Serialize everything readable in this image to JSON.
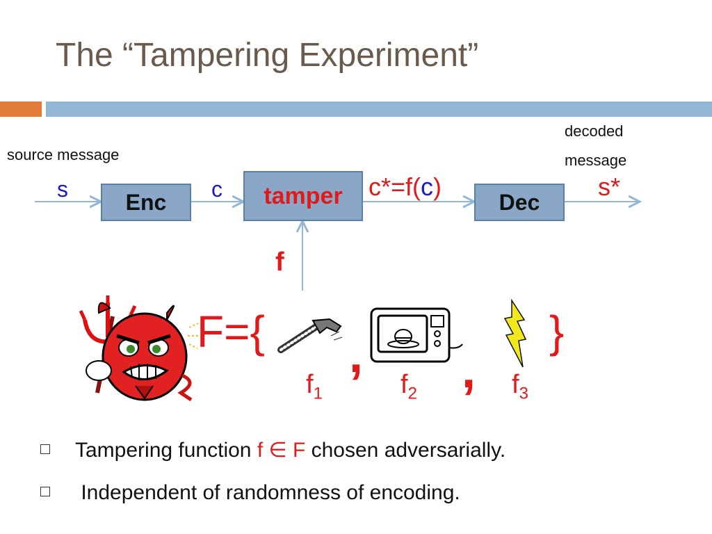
{
  "slide": {
    "title": "The “Tampering Experiment”",
    "colors": {
      "accent_orange": "#e07b39",
      "accent_blue": "#93b6d4",
      "title": "#6a5a4c",
      "box_fill": "#8ba7c8",
      "red": "#e0191a",
      "blue": "#1a1acc"
    }
  },
  "diagram": {
    "source_label": "source message",
    "decoded_label_line1": "decoded",
    "decoded_label_line2": "message",
    "s": "s",
    "enc": "Enc",
    "c": "c",
    "tamper": "tamper",
    "cstar_prefix": "c*=f(",
    "cstar_c": "c",
    "cstar_suffix": ")",
    "dec": "Dec",
    "sstar": "s*",
    "f": "f",
    "family_open": "F={",
    "family_close": "}",
    "comma": ",",
    "f1": "f",
    "f1_sub": "1",
    "f2": "f",
    "f2_sub": "2",
    "f3": "f",
    "f3_sub": "3",
    "icons": [
      "devil-icon",
      "hammer-icon",
      "microwave-icon",
      "lightning-icon"
    ]
  },
  "bullets": {
    "b1_pre": "Tampering function ",
    "b1_math": "f ∈ F",
    "b1_post": " chosen adversarially.",
    "b2": " Independent of randomness of encoding."
  }
}
